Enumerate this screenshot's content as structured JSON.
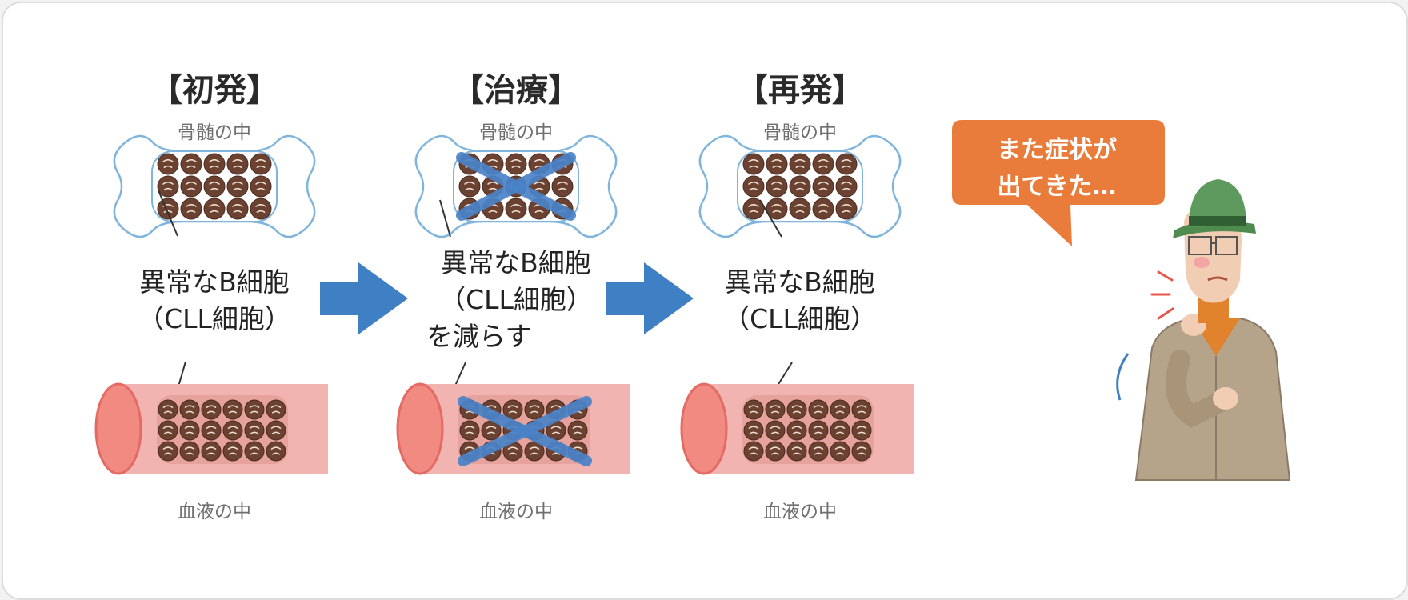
{
  "stages": [
    {
      "title": "【初発】",
      "marrow_label": "骨髄の中",
      "cell_label": [
        "異常なB細胞",
        "（CLL細胞）"
      ],
      "blood_label": "血液の中",
      "crossed": false
    },
    {
      "title": "【治療】",
      "marrow_label": "骨髄の中",
      "cell_label": [
        "異常なB細胞",
        "（CLL細胞）",
        "を減らす"
      ],
      "blood_label": "血液の中",
      "crossed": true
    },
    {
      "title": "【再発】",
      "marrow_label": "骨髄の中",
      "cell_label": [
        "異常なB細胞",
        "（CLL細胞）"
      ],
      "blood_label": "血液の中",
      "crossed": false
    }
  ],
  "speech": {
    "lines": [
      "また症状が",
      "出てきた…"
    ]
  },
  "colors": {
    "arrow": "#3f7fc4",
    "cross": "#4a83c8",
    "bubble": "#ea7c3b",
    "bone_outline": "#7fb4dc",
    "vessel": "#f2b4b0",
    "vessel_edge": "#e36b63",
    "cell": "#6b4232"
  }
}
